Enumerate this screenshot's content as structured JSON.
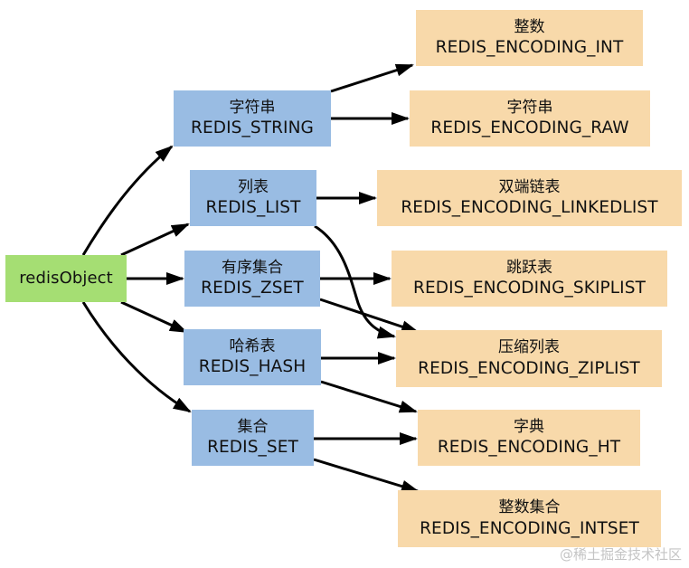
{
  "diagram": {
    "root": {
      "id": "root",
      "label": "redisObject",
      "color": "#a5de73"
    },
    "types": [
      {
        "id": "string",
        "cn": "字符串",
        "en": "REDIS_STRING"
      },
      {
        "id": "list",
        "cn": "列表",
        "en": "REDIS_LIST"
      },
      {
        "id": "zset",
        "cn": "有序集合",
        "en": "REDIS_ZSET"
      },
      {
        "id": "hash",
        "cn": "哈希表",
        "en": "REDIS_HASH"
      },
      {
        "id": "set",
        "cn": "集合",
        "en": "REDIS_SET"
      }
    ],
    "encodings": [
      {
        "id": "int",
        "cn": "整数",
        "en": "REDIS_ENCODING_INT"
      },
      {
        "id": "raw",
        "cn": "字符串",
        "en": "REDIS_ENCODING_RAW"
      },
      {
        "id": "linkedlist",
        "cn": "双端链表",
        "en": "REDIS_ENCODING_LINKEDLIST"
      },
      {
        "id": "skiplist",
        "cn": "跳跃表",
        "en": "REDIS_ENCODING_SKIPLIST"
      },
      {
        "id": "ziplist",
        "cn": "压缩列表",
        "en": "REDIS_ENCODING_ZIPLIST"
      },
      {
        "id": "ht",
        "cn": "字典",
        "en": "REDIS_ENCODING_HT"
      },
      {
        "id": "intset",
        "cn": "整数集合",
        "en": "REDIS_ENCODING_INTSET"
      }
    ],
    "edges": [
      {
        "from": "root",
        "to": "string"
      },
      {
        "from": "root",
        "to": "list"
      },
      {
        "from": "root",
        "to": "zset"
      },
      {
        "from": "root",
        "to": "hash"
      },
      {
        "from": "root",
        "to": "set"
      },
      {
        "from": "string",
        "to": "int"
      },
      {
        "from": "string",
        "to": "raw"
      },
      {
        "from": "list",
        "to": "linkedlist"
      },
      {
        "from": "list",
        "to": "ziplist"
      },
      {
        "from": "zset",
        "to": "skiplist"
      },
      {
        "from": "zset",
        "to": "ziplist"
      },
      {
        "from": "hash",
        "to": "ziplist"
      },
      {
        "from": "hash",
        "to": "ht"
      },
      {
        "from": "set",
        "to": "ht"
      },
      {
        "from": "set",
        "to": "intset"
      }
    ],
    "colors": {
      "type_fill": "#99bce3",
      "encoding_fill": "#f8d9aa",
      "edge": "#000000"
    }
  },
  "watermark": "@稀土掘金技术社区"
}
